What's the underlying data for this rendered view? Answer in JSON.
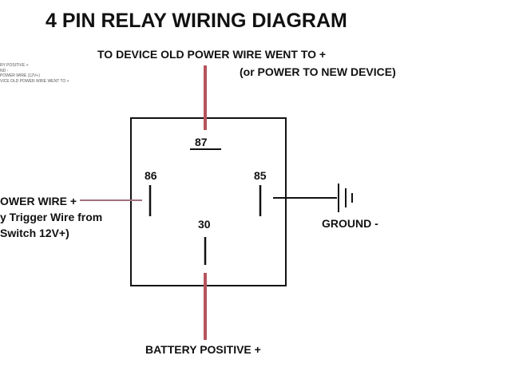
{
  "title": "4 PIN RELAY WIRING DIAGRAM",
  "top_label": "TO DEVICE OLD POWER WIRE WENT TO +",
  "top_label_sub": "(or POWER TO NEW DEVICE)",
  "pins": {
    "p87": "87",
    "p86": "86",
    "p85": "85",
    "p30": "30"
  },
  "left_label": [
    "OWER WIRE +",
    "y Trigger Wire from",
    "Switch  12V+)"
  ],
  "ground_label": "GROUND -",
  "bottom_label": "BATTERY POSITIVE +",
  "legend_fragment": [
    "RY POSITIVE +",
    "ND -",
    "POWER WIRE (12V+)",
    "VICE OLD POWER WIRE WENT TO +"
  ],
  "colors": {
    "power_wire": "#b5545c",
    "trigger_wire": "#a0707a",
    "line": "#111111"
  }
}
